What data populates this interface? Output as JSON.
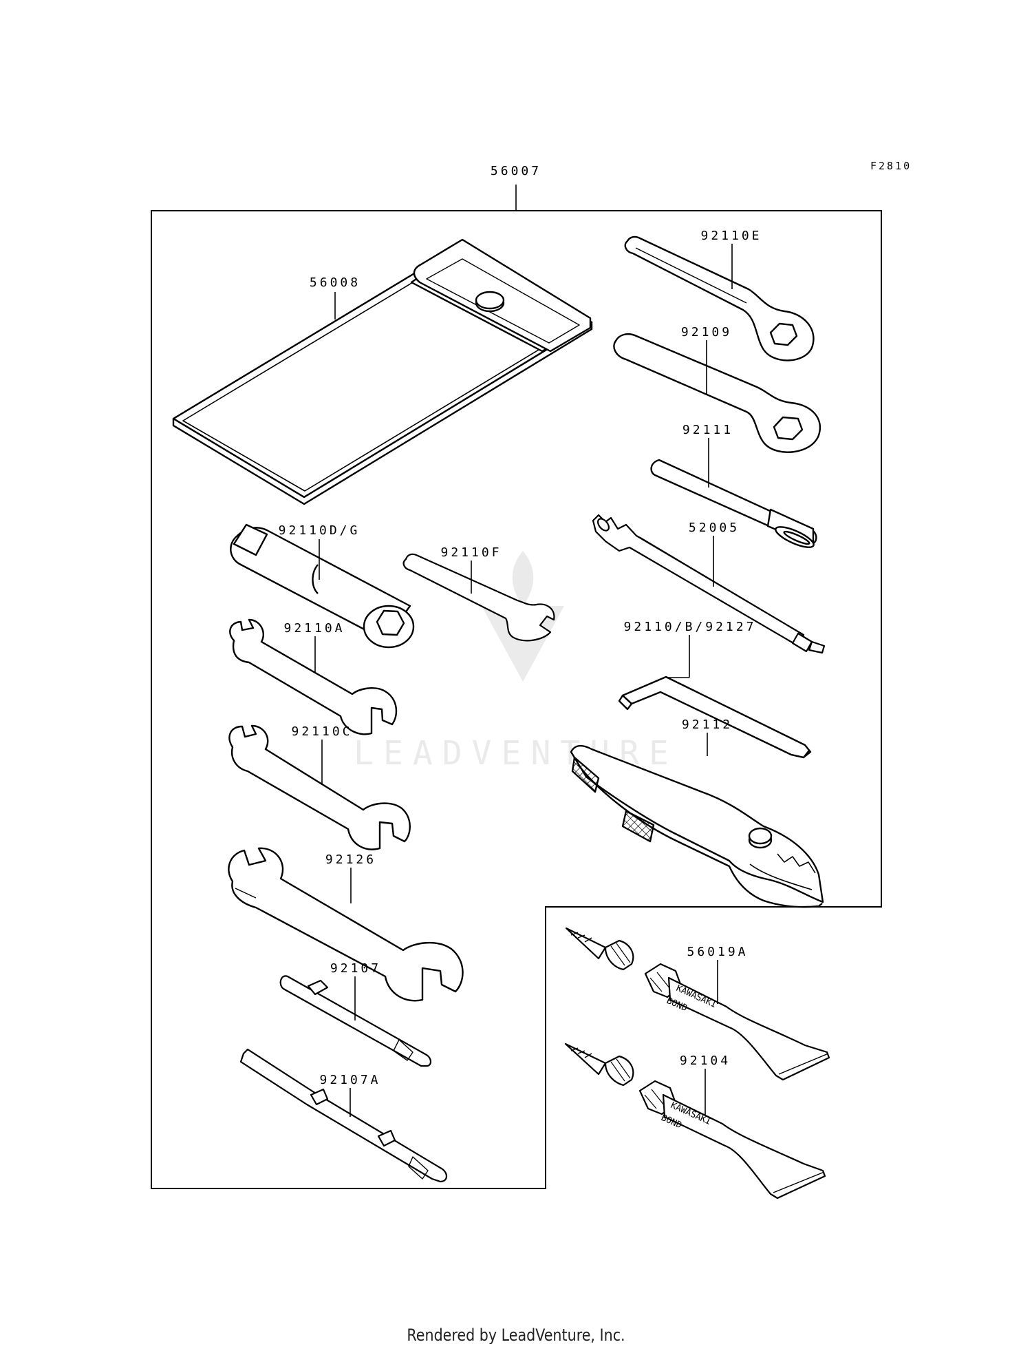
{
  "figure_code": "F2810",
  "footer": "Rendered by LeadVenture, Inc.",
  "watermark": "LEADVENTURE",
  "tube_print": {
    "line1": "KAWASAKI",
    "line2": "BOND"
  },
  "callouts": {
    "tool_kit": "56007",
    "pouch": "56008",
    "ring_wrench_e": "92110E",
    "ring_wrench": "92109",
    "handle_bar": "92111",
    "spark_plug_socket": "92110D/G",
    "small_wrench_f": "92110F",
    "spoke_wrench": "52005",
    "wrench_a": "92110A",
    "hex_key": "92110/B/92127",
    "wrench_c": "92110C",
    "pliers": "92112",
    "wrench_large": "92126",
    "screwdriver": "92107",
    "screwdriver_a": "92107A",
    "bond_a": "56019A",
    "bond": "92104"
  }
}
